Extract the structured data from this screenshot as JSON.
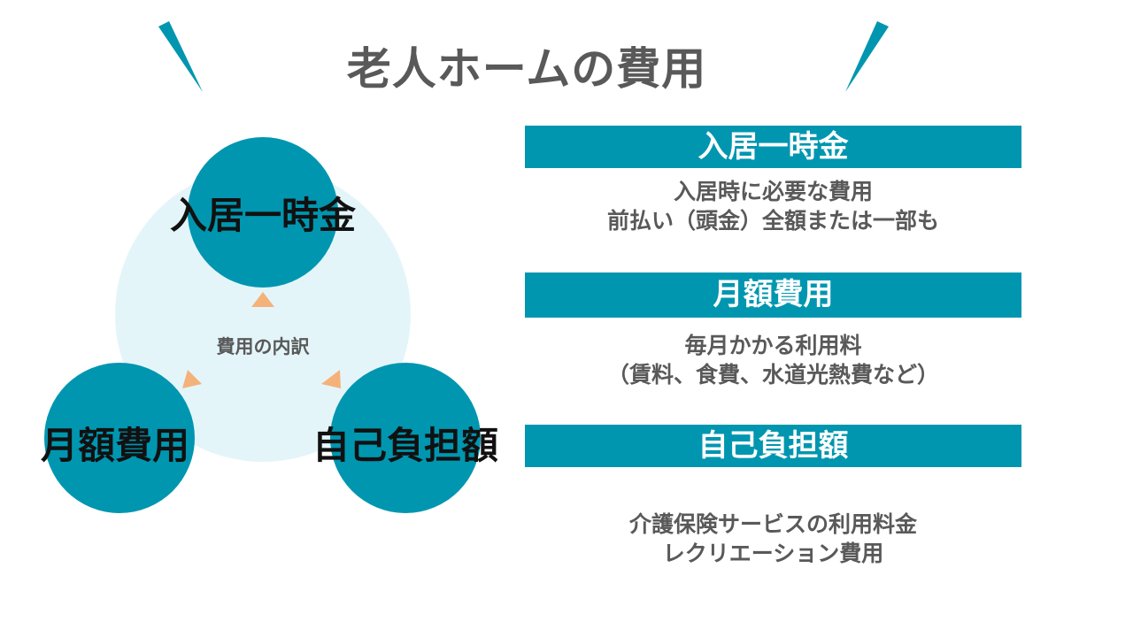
{
  "title": "老人ホームの費用",
  "diagram": {
    "center_label": "費用の内訳",
    "nodes": [
      "入居一時金",
      "月額費用",
      "自己負担額"
    ]
  },
  "sections": [
    {
      "heading": "入居一時金",
      "lines": [
        "入居時に必要な費用",
        "前払い（頭金）全額または一部も"
      ]
    },
    {
      "heading": "月額費用",
      "lines": [
        "毎月かかる利用料",
        "（賃料、食費、水道光熱費など）"
      ]
    },
    {
      "heading": "自己負担額",
      "lines": [
        "介護保険サービスの利用料金",
        "レクリエーション費用"
      ]
    }
  ],
  "colors": {
    "accent": "#0096b0",
    "light": "#e4f5fa",
    "arrow": "#f4b27a",
    "text": "#595959"
  }
}
